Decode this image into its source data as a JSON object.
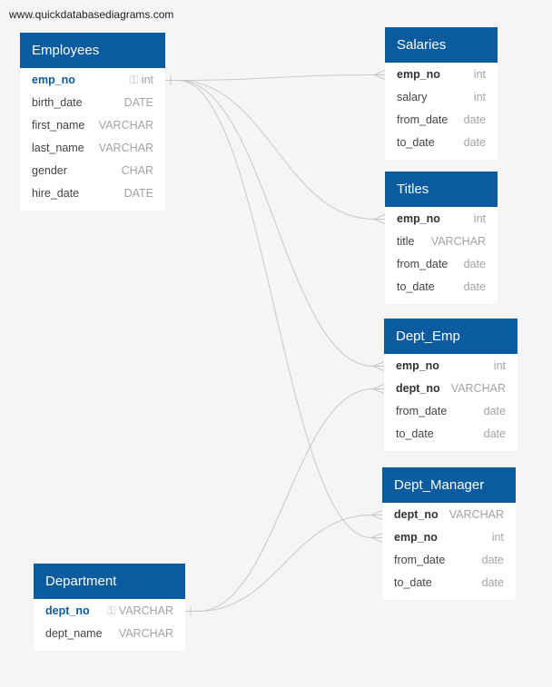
{
  "site": {
    "url": "www.quickdatabasediagrams.com"
  },
  "colors": {
    "header": "#0a5b9f",
    "pk_text": "#0a5b9f",
    "type_text": "#a3a3a3",
    "link": "#c8c8c8"
  },
  "tables": {
    "employees": {
      "name": "Employees",
      "fields": [
        {
          "name": "emp_no",
          "type": "int",
          "key": "pk"
        },
        {
          "name": "birth_date",
          "type": "DATE"
        },
        {
          "name": "first_name",
          "type": "VARCHAR"
        },
        {
          "name": "last_name",
          "type": "VARCHAR"
        },
        {
          "name": "gender",
          "type": "CHAR"
        },
        {
          "name": "hire_date",
          "type": "DATE"
        }
      ]
    },
    "salaries": {
      "name": "Salaries",
      "fields": [
        {
          "name": "emp_no",
          "type": "int",
          "key": "fk"
        },
        {
          "name": "salary",
          "type": "int"
        },
        {
          "name": "from_date",
          "type": "date"
        },
        {
          "name": "to_date",
          "type": "date"
        }
      ]
    },
    "titles": {
      "name": "Titles",
      "fields": [
        {
          "name": "emp_no",
          "type": "int",
          "key": "fk"
        },
        {
          "name": "title",
          "type": "VARCHAR"
        },
        {
          "name": "from_date",
          "type": "date"
        },
        {
          "name": "to_date",
          "type": "date"
        }
      ]
    },
    "dept_emp": {
      "name": "Dept_Emp",
      "fields": [
        {
          "name": "emp_no",
          "type": "int",
          "key": "fk"
        },
        {
          "name": "dept_no",
          "type": "VARCHAR",
          "key": "fk"
        },
        {
          "name": "from_date",
          "type": "date"
        },
        {
          "name": "to_date",
          "type": "date"
        }
      ]
    },
    "dept_manager": {
      "name": "Dept_Manager",
      "fields": [
        {
          "name": "dept_no",
          "type": "VARCHAR",
          "key": "fk"
        },
        {
          "name": "emp_no",
          "type": "int",
          "key": "fk"
        },
        {
          "name": "from_date",
          "type": "date"
        },
        {
          "name": "to_date",
          "type": "date"
        }
      ]
    },
    "department": {
      "name": "Department",
      "fields": [
        {
          "name": "dept_no",
          "type": "VARCHAR",
          "key": "pk"
        },
        {
          "name": "dept_name",
          "type": "VARCHAR"
        }
      ]
    }
  },
  "relationships": [
    {
      "from": "employees.emp_no",
      "to": "salaries.emp_no"
    },
    {
      "from": "employees.emp_no",
      "to": "titles.emp_no"
    },
    {
      "from": "employees.emp_no",
      "to": "dept_emp.emp_no"
    },
    {
      "from": "employees.emp_no",
      "to": "dept_manager.emp_no"
    },
    {
      "from": "department.dept_no",
      "to": "dept_emp.dept_no"
    },
    {
      "from": "department.dept_no",
      "to": "dept_manager.dept_no"
    }
  ]
}
